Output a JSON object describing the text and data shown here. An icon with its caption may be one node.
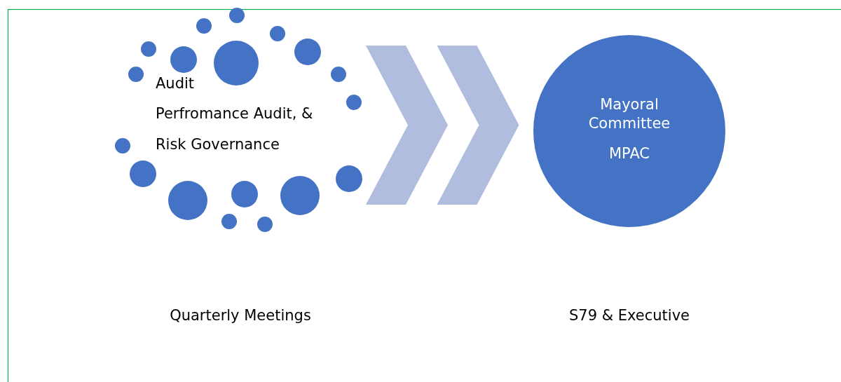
{
  "diagram": {
    "nodes": [
      {
        "text": [
          "Audit",
          "Perfromance Audit, &",
          "Risk Governance"
        ]
      },
      {
        "text": [
          "Mayoral Committee",
          "MPAC"
        ]
      }
    ],
    "labels": [
      "Quarterly Meetings",
      "S79 & Executive"
    ],
    "edges": [
      {
        "from": 0,
        "to": 1,
        "arrow": "to"
      }
    ]
  }
}
